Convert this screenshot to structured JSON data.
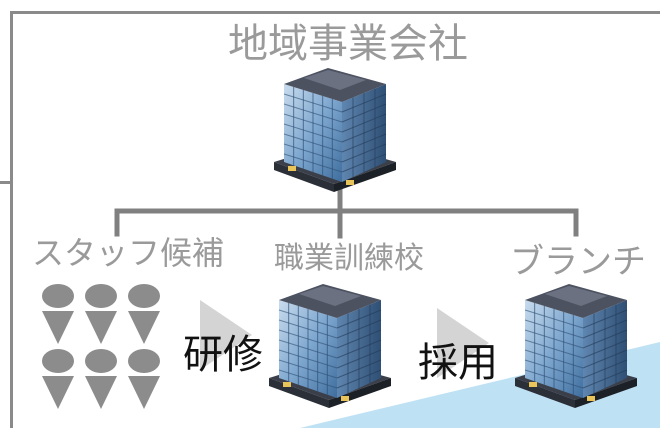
{
  "nodes": {
    "head_office": "地域事業会社",
    "staff": "スタッフ候補",
    "school": "職業訓練校",
    "branch": "ブランチ"
  },
  "flow": {
    "training": "研修",
    "hiring": "採用"
  },
  "candidate_count": 6,
  "colors": {
    "frame": "#8a8a8a",
    "connector": "#808080",
    "person": "#8c8c8c",
    "arrow": "#d4d4d4",
    "accent_wedge": "#bfe1f4",
    "building_glass": "#7ea7cf",
    "building_dark": "#2b2f38"
  }
}
